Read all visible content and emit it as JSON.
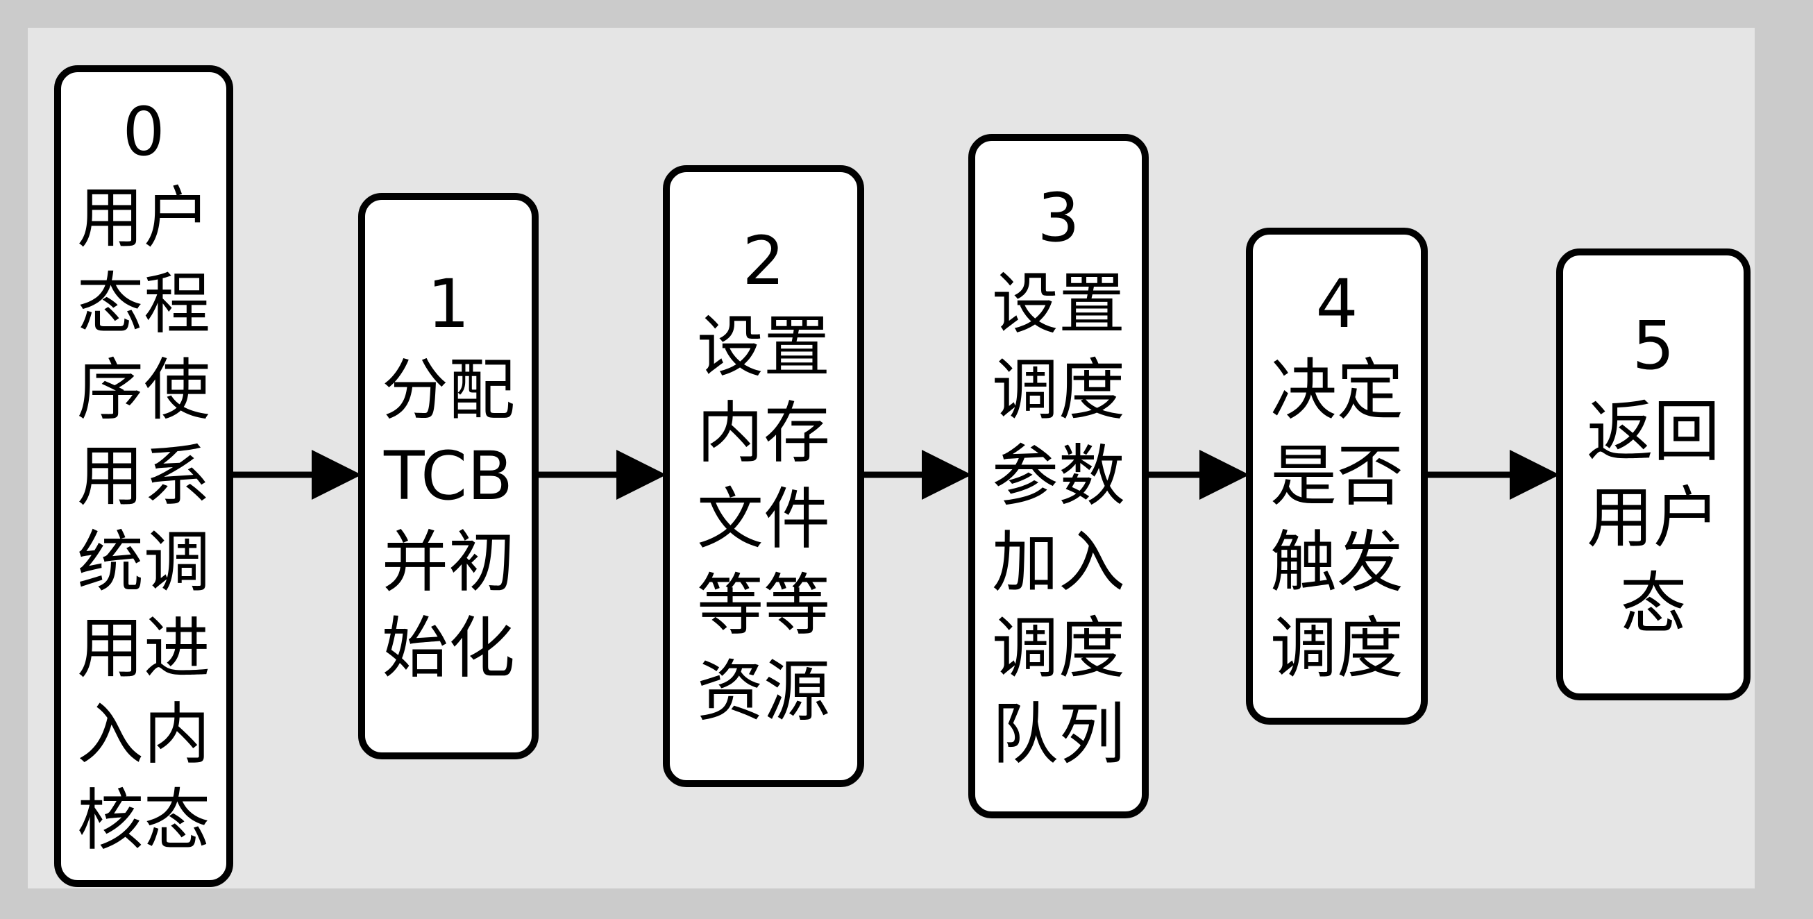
{
  "diagram": {
    "nodes": [
      {
        "number": "0",
        "label": "用户\n态程\n序使\n用系\n统调\n用进\n入内\n核态"
      },
      {
        "number": "1",
        "label": "分配\nTCB\n并初\n始化"
      },
      {
        "number": "2",
        "label": "设置\n内存\n文件\n等等\n资源"
      },
      {
        "number": "3",
        "label": "设置\n调度\n参数\n加入\n调度\n队列"
      },
      {
        "number": "4",
        "label": "决定\n是否\n触发\n调度"
      },
      {
        "number": "5",
        "label": "返回\n用户\n态"
      }
    ],
    "edges": [
      {
        "from": "0",
        "to": "1"
      },
      {
        "from": "1",
        "to": "2"
      },
      {
        "from": "2",
        "to": "3"
      },
      {
        "from": "3",
        "to": "4"
      },
      {
        "from": "4",
        "to": "5"
      }
    ],
    "colors": {
      "page_border": "#cbcbcb",
      "background": "#e5e5e5",
      "node_fill": "#ffffff",
      "stroke": "#000000",
      "text": "#000000"
    }
  }
}
